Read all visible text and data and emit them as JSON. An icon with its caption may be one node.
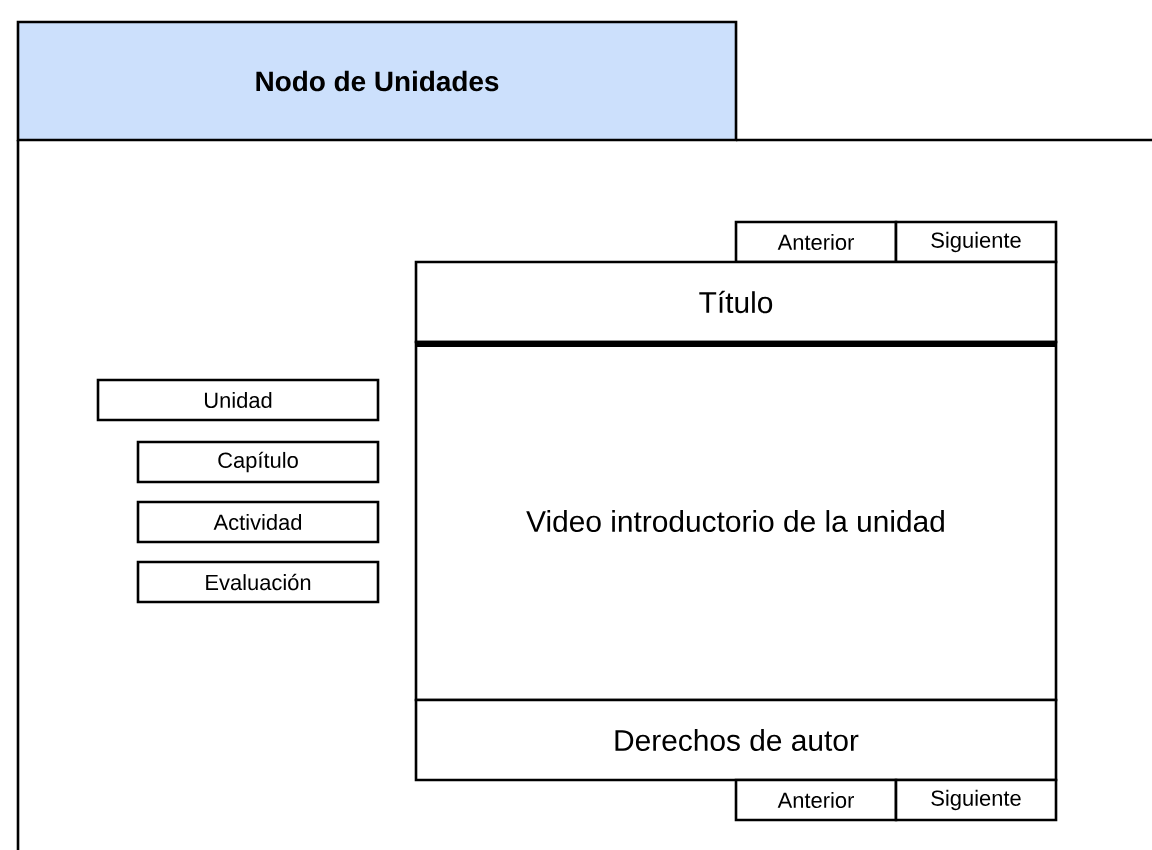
{
  "diagram": {
    "nodes": [
      {
        "text": [
          "Nodo de Unidades"
        ]
      },
      {
        "text": [
          "Anterior"
        ]
      },
      {
        "text": [
          "Siguiente"
        ]
      },
      {
        "text": [
          "Título"
        ]
      },
      {
        "text": [
          "Unidad"
        ]
      },
      {
        "text": [
          "Capítulo"
        ]
      },
      {
        "text": [
          "Actividad"
        ]
      },
      {
        "text": [
          "Evaluación"
        ]
      },
      {
        "text": [
          "Video introductorio de la unidad"
        ]
      },
      {
        "text": [
          "Derechos de autor"
        ]
      },
      {
        "text": [
          "Anterior"
        ]
      },
      {
        "text": [
          "Siguiente"
        ]
      }
    ]
  }
}
